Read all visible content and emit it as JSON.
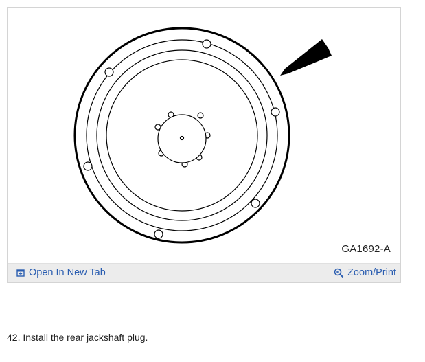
{
  "figure": {
    "code": "GA1692-A"
  },
  "toolbar": {
    "open_tab_label": "Open In New Tab",
    "zoom_label": "Zoom/Print",
    "link_color": "#2a5db0"
  },
  "icons": {
    "open_tab": "open-in-new-tab-icon",
    "zoom": "magnifier-icon"
  },
  "step": {
    "text": "42. Install the rear jackshaft plug."
  }
}
